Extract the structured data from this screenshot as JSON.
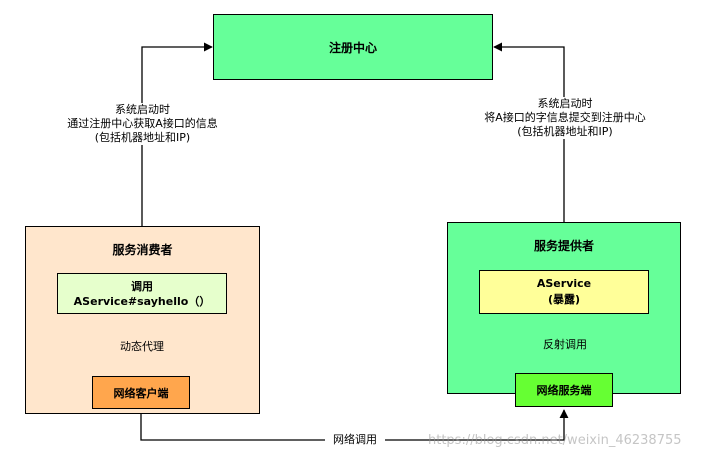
{
  "registry": {
    "title": "注册中心"
  },
  "consumer": {
    "title": "服务消费者",
    "call_line1": "调用",
    "call_line2": "AService#sayhello（）",
    "network_client": "网络客户端"
  },
  "provider": {
    "title": "服务提供者",
    "service_line1": "AService",
    "service_line2": "(暴露)",
    "network_server": "网络服务端"
  },
  "edges": {
    "left_line1": "系统启动时",
    "left_line2": "通过注册中心获取A接口的信息",
    "left_line3": "(包括机器地址和IP)",
    "right_line1": "系统启动时",
    "right_line2": "将A接口的字信息提交到注册中心",
    "right_line3": "(包括机器地址和IP)",
    "dynamic_proxy": "动态代理",
    "reflection_call": "反射调用",
    "network_call": "网络调用"
  },
  "watermark": "https://blog.csdn.net/weixin_46238755",
  "colors": {
    "registry_fill": "#66ff99",
    "consumer_fill": "#ffe6cc",
    "consumer_inner_fill": "#e6ffcc",
    "client_fill": "#ffa64d",
    "provider_fill": "#66ff99",
    "service_fill": "#ffff99",
    "server_fill": "#66ff33"
  }
}
